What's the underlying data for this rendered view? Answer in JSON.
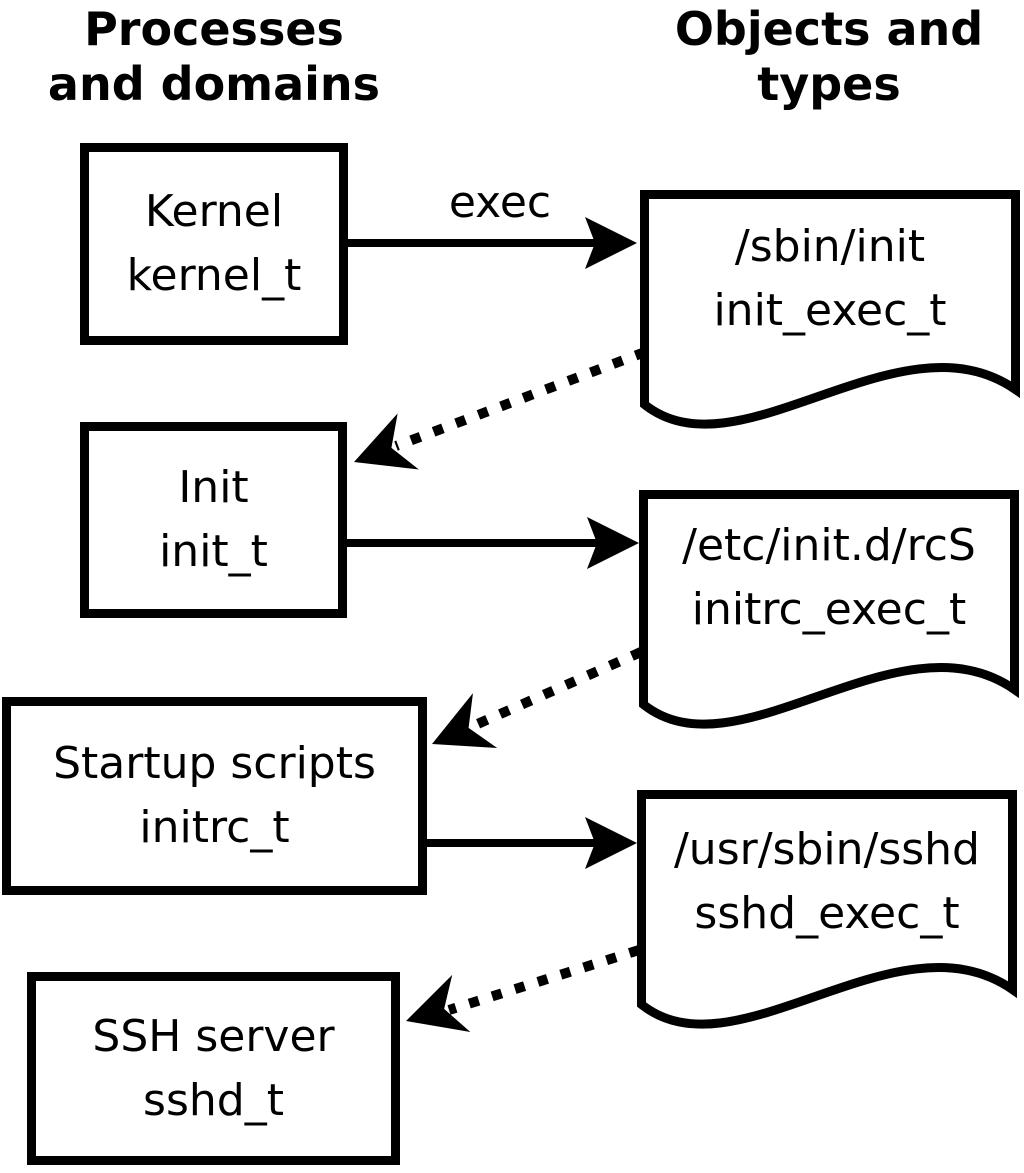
{
  "headings": {
    "left": {
      "line1": "Processes",
      "line2": "and domains"
    },
    "right": {
      "line1": "Objects and",
      "line2": "types"
    }
  },
  "processes": [
    {
      "name": "Kernel",
      "type": "kernel_t"
    },
    {
      "name": "Init",
      "type": "init_t"
    },
    {
      "name": "Startup scripts",
      "type": "initrc_t"
    },
    {
      "name": "SSH server",
      "type": "sshd_t"
    }
  ],
  "objects": [
    {
      "path": "/sbin/init",
      "type": "init_exec_t"
    },
    {
      "path": "/etc/init.d/rcS",
      "type": "initrc_exec_t"
    },
    {
      "path": "/usr/sbin/sshd",
      "type": "sshd_exec_t"
    }
  ],
  "labels": {
    "exec": "exec"
  },
  "edges": [
    {
      "from": "kernel_t",
      "to": "init_exec_t",
      "style": "solid",
      "label": "exec"
    },
    {
      "from": "init_exec_t",
      "to": "init_t",
      "style": "dotted",
      "label": ""
    },
    {
      "from": "init_t",
      "to": "initrc_exec_t",
      "style": "solid",
      "label": ""
    },
    {
      "from": "initrc_exec_t",
      "to": "initrc_t",
      "style": "dotted",
      "label": ""
    },
    {
      "from": "initrc_t",
      "to": "sshd_exec_t",
      "style": "solid",
      "label": ""
    },
    {
      "from": "sshd_exec_t",
      "to": "sshd_t",
      "style": "dotted",
      "label": ""
    }
  ],
  "colors": {
    "ink": "#000000",
    "background": "#ffffff"
  }
}
